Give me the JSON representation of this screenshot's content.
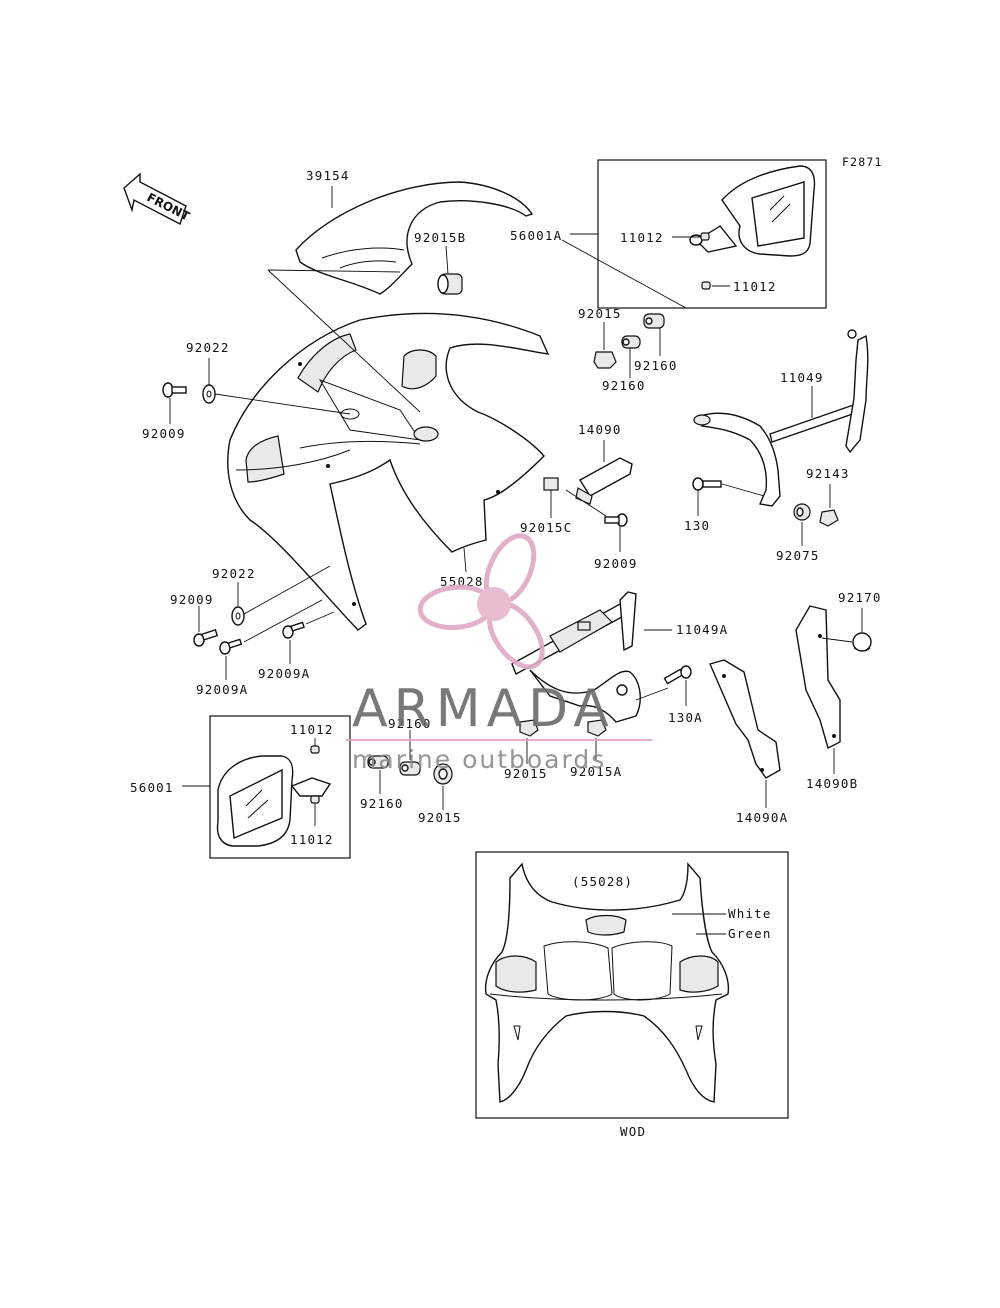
{
  "figure_code": "F2871",
  "front_marker": "FRONT",
  "labels": {
    "p39154": "39154",
    "p92015B": "92015B",
    "p56001A": "56001A",
    "p11012_a": "11012",
    "p11012_b": "11012",
    "p92022_top": "92022",
    "p92009_top": "92009",
    "p92015_top": "92015",
    "p92160_a": "92160",
    "p92160_b": "92160",
    "p11049": "11049",
    "p14090": "14090",
    "p92015C": "92015C",
    "p92009_mid": "92009",
    "p92143": "92143",
    "p130": "130",
    "p92075": "92075",
    "p55028": "55028",
    "p92022_low": "92022",
    "p92009_low": "92009",
    "p92009A_a": "92009A",
    "p92009A_b": "92009A",
    "p11049A": "11049A",
    "p92170": "92170",
    "p130A": "130A",
    "p92160_c": "92160",
    "p92160_d": "92160",
    "p92015_low": "92015",
    "p92015_low2": "92015",
    "p92015A": "92015A",
    "p14090A": "14090A",
    "p14090B": "14090B",
    "p56001": "56001",
    "p11012_c": "11012",
    "p11012_d": "11012"
  },
  "inset": {
    "ref": "(55028)",
    "color_white": "White",
    "color_green": "Green",
    "caption": "WOD"
  },
  "watermark": {
    "brand": "ARMADA",
    "tagline": "marine outboards",
    "color": "#e0a8c4"
  }
}
